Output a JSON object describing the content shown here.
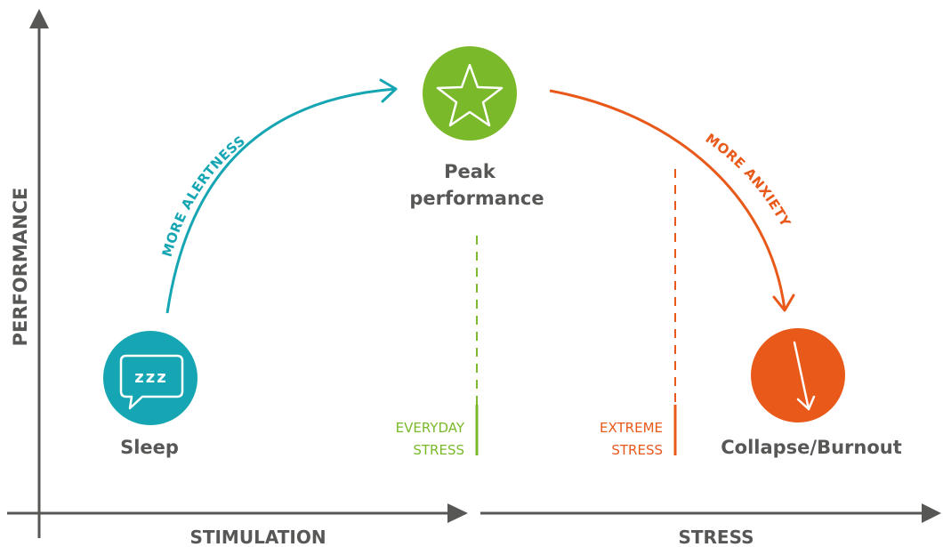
{
  "axes": {
    "y_label": "PERFORMANCE",
    "x_left_label": "STIMULATION",
    "x_right_label": "STRESS"
  },
  "curve_labels": {
    "rise": "MORE ALERTNESS",
    "fall": "MORE ANXIETY"
  },
  "nodes": {
    "sleep": {
      "label": "Sleep",
      "icon_text": "zzz",
      "icon": "speech-bubble-icon"
    },
    "peak": {
      "label_line1": "Peak",
      "label_line2": "performance",
      "icon": "star-icon"
    },
    "collapse": {
      "label": "Collapse/Burnout",
      "icon": "down-arrow-icon"
    }
  },
  "markers": {
    "everyday": {
      "line1": "EVERYDAY",
      "line2": "STRESS"
    },
    "extreme": {
      "line1": "EXTREME",
      "line2": "STRESS"
    }
  },
  "colors": {
    "teal": "#16a6b3",
    "green": "#7ab929",
    "orange": "#e8591a",
    "axis": "#575756",
    "text": "#575756"
  }
}
